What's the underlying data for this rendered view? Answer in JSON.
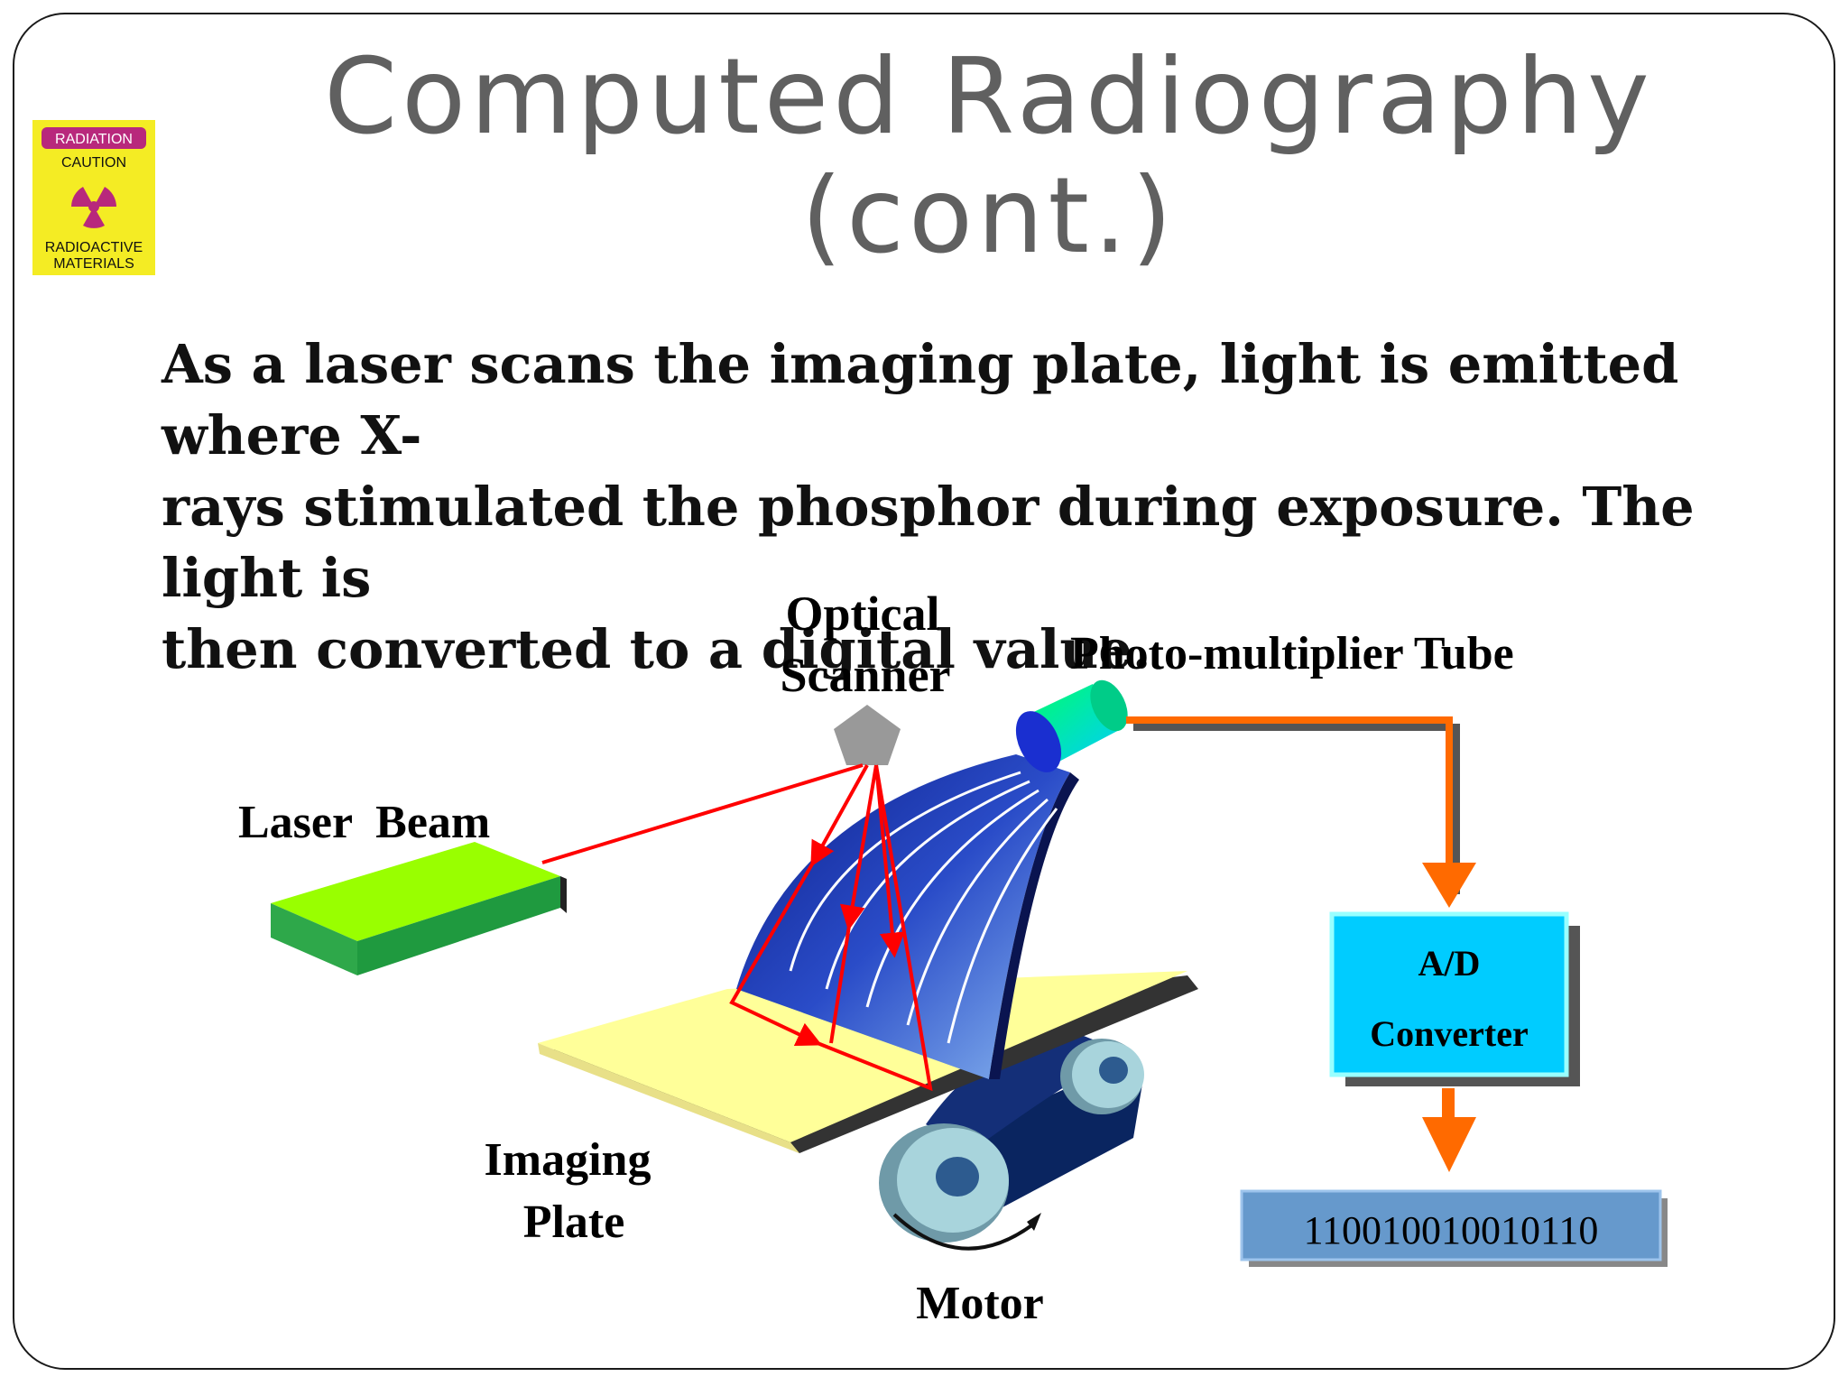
{
  "title": {
    "line1": "Computed Radiography",
    "line2": "(cont.)"
  },
  "caution_sign": {
    "icon": "radiation-trefoil-icon",
    "top_text": "RADIATION",
    "middle_text": "CAUTION",
    "bottom_line1": "RADIOACTIVE",
    "bottom_line2": "MATERIALS",
    "background_color": "#f4ec24",
    "symbol_color": "#b8287c"
  },
  "body": {
    "line1": "As a laser scans the imaging plate, light is emitted where X-",
    "line2": "rays stimulated the phosphor during exposure. The light is",
    "line3": "then converted to a digital value."
  },
  "diagram": {
    "optical_scanner": {
      "line1": "Optical",
      "line2": "Scanner"
    },
    "photomultiplier": "Photo-multiplier Tube",
    "laser_beam": "Laser  Beam",
    "imaging_plate": {
      "line1": "Imaging",
      "line2": "Plate"
    },
    "motor": "Motor",
    "ad_converter": {
      "line1": "A/D",
      "line2": "Converter"
    },
    "binary_output": "110010010010110",
    "colors": {
      "laser": "#ff0000",
      "arrow": "#ff6a00",
      "converter_box": "#00ccff",
      "binary_box": "#6699cc",
      "plate": "#ffff99",
      "laser_block": "#66ff00",
      "light_guide": "#1f3fb0",
      "pmt": "#00ff99"
    }
  }
}
